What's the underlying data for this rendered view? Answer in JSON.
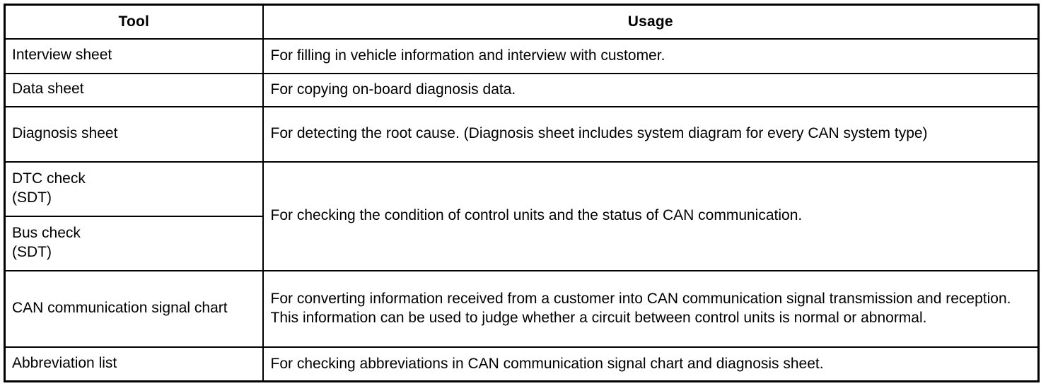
{
  "table": {
    "headers": {
      "tool": "Tool",
      "usage": "Usage"
    },
    "rows": [
      {
        "tool": "Interview sheet",
        "usage": "For filling in vehicle information and interview with customer."
      },
      {
        "tool": "Data sheet",
        "usage": "For copying on-board diagnosis data."
      },
      {
        "tool": "Diagnosis sheet",
        "usage": "For detecting the root cause. (Diagnosis sheet includes system diagram for every CAN system type)"
      },
      {
        "tool_line1": "DTC check",
        "tool_line2": "(SDT)",
        "usage_merged": "For checking the condition of control units and the status of CAN communication."
      },
      {
        "tool_line1": "Bus check",
        "tool_line2": "(SDT)"
      },
      {
        "tool": "CAN communication signal chart",
        "usage": "For converting information received from a customer into CAN communication signal transmission and reception. This information can be used to judge whether a circuit between control units is normal or abnormal."
      },
      {
        "tool": "Abbreviation list",
        "usage": "For checking abbreviations in CAN communication signal chart and diagnosis sheet."
      }
    ]
  },
  "colors": {
    "border": "#000000",
    "text": "#000000",
    "background": "#ffffff"
  }
}
